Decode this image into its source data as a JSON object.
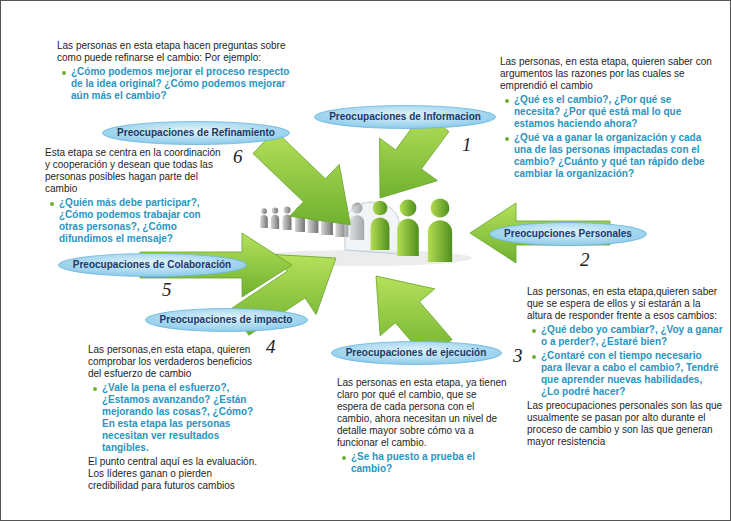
{
  "diagram": {
    "nodes": [
      {
        "text": [
          "Preocupaciones de Informacion"
        ]
      },
      {
        "text": [
          "Preocupciones Personales"
        ]
      },
      {
        "text": [
          "Preocupaciones de ejecución"
        ]
      },
      {
        "text": [
          "Preocupaciones de impacto"
        ]
      },
      {
        "text": [
          "Preocupaciones de Colaboración"
        ]
      },
      {
        "text": [
          "Preocupaciones de Refinamiento"
        ]
      }
    ],
    "labels": [
      "Las personas, en esta etapa, quieren saber con argumentos las razones por las cuales se emprendió el cambio",
      "¿Qué es el cambio?, ¿Por qué se necesita? ¿Por qué está mal lo que estamos haciendo ahora?",
      "¿Qué va a ganar la organización y cada una de las personas impactadas con el cambio? ¿Cuánto y qué tan rápido debe cambiar la organización?",
      "1",
      "Las personas, en esta etapa,quieren saber que se espera de ellos y si estarán a la altura de responder frente a esos cambios:",
      "¿Qué debo yo cambiar?, ¿Voy a ganar o a perder?, ¿Estaré bien?",
      "¿Contaré con el tiempo necesario para llevar a cabo el cambio?, Tendré que aprender nuevas habilidades, ¿Lo podré hacer?",
      "Las preocupaciones personales son las que usualmente se pasan por alto durante el proceso de cambio y son las que generan mayor resistencia",
      "2",
      "Las personas en esta etapa, ya tienen claro por qué el cambio, que se espera de cada persona con el cambio, ahora necesitan un nivel de detalle mayor sobre cómo va a funcionar el cambio.",
      "¿Se ha puesto a prueba el cambio?",
      "3",
      "Las personas,en esta etapa, quieren comprobar los verdaderos beneficios del esfuerzo de cambio",
      "¿Vale la pena el esfuerzo?, ¿Estamos avanzando? ¿Están mejorando las cosas?, ¿Cómo? En esta etapa las personas necesitan ver resultados tangibles.",
      "El punto central aquí es la evaluación. Los líderes ganan o pierden credibilidad para futuros cambios",
      "4",
      "Esta etapa se centra en la coordinación y cooperación y desean que todas las personas posibles hagan parte del cambio",
      "¿Quién más debe participar?, ¿Cómo podemos trabajar con otras personas?, ¿Cómo difundimos el mensaje?",
      "5",
      "Las personas en esta etapa hacen preguntas sobre como puede refinarse el cambio: Por ejemplo:",
      "¿Cómo podemos mejorar el proceso respecto de la idea original? ¿Cómo podemos mejorar aún más el cambio?",
      "6"
    ]
  }
}
